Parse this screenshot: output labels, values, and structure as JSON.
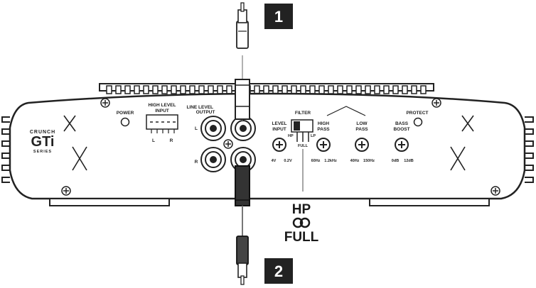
{
  "callouts": {
    "step1": "1",
    "step2": "2"
  },
  "brand": {
    "top": "CRUNCH",
    "main": "GTi",
    "bottom": "SERIES"
  },
  "labels": {
    "power": "POWER",
    "high_level_input_1": "HIGH LEVEL",
    "high_level_input_2": "INPUT",
    "hl_left": "L",
    "hl_right": "R",
    "line_level": "LINE LEVEL",
    "output": "OUTPUT",
    "rca_left": "L",
    "rca_right": "R",
    "filter": "FILTER",
    "filter_hp": "HP",
    "filter_lp": "LP",
    "filter_full": "FULL",
    "level_input_1": "LEVEL",
    "level_input_2": "INPUT",
    "level_min": "4V",
    "level_max": "0.2V",
    "high_pass_1": "HIGH",
    "high_pass_2": "PASS",
    "high_pass_min": "60Hz",
    "high_pass_max": "1.2kHz",
    "low_pass_1": "LOW",
    "low_pass_2": "PASS",
    "low_pass_min": "40Hz",
    "low_pass_max": "150Hz",
    "bass_boost_1": "BASS",
    "bass_boost_2": "BOOST",
    "bass_min": "0dB",
    "bass_max": "12dB",
    "protect": "PROTECT"
  },
  "annotation": {
    "line1": "HP",
    "symbol": "∞",
    "line3": "FULL"
  }
}
